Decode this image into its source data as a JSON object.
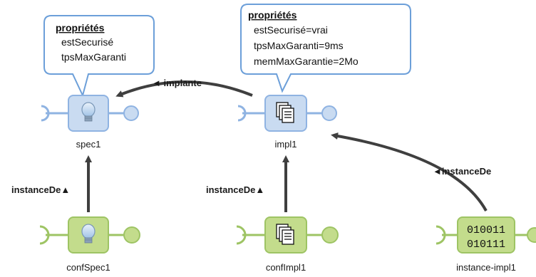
{
  "callouts": {
    "spec": {
      "title": "propriétés",
      "lines": [
        "estSecurisé",
        "tpsMaxGaranti"
      ]
    },
    "impl": {
      "title": "propriétés",
      "lines": [
        "estSecurisé=vrai",
        "tpsMaxGaranti=9ms",
        "memMaxGarantie=2Mo"
      ]
    }
  },
  "components": {
    "spec1": "spec1",
    "impl1": "impl1",
    "confSpec1": "confSpec1",
    "confImpl1": "confImpl1",
    "instanceImpl1": "instance-impl1",
    "binary_line1": "010011",
    "binary_line2": "010111"
  },
  "relations": {
    "implante": "◄ implante",
    "instanceDe_spec": "instanceDe▲",
    "instanceDe_impl": "instanceDe▲",
    "instanceDe_instance": "◄instanceDe"
  },
  "colors": {
    "blue_fill": "#c9dbf1",
    "blue_stroke": "#8fb3e2",
    "green_fill": "#c3dc8c",
    "green_stroke": "#9ec464",
    "arrow": "#3f3f3f",
    "callout_stroke": "#6c9fd9"
  },
  "icons": {
    "spec1": "lightbulb-icon",
    "impl1": "documents-icon",
    "confSpec1": "lightbulb-icon",
    "confImpl1": "documents-icon",
    "instanceImpl1": "binary-code-icon"
  }
}
